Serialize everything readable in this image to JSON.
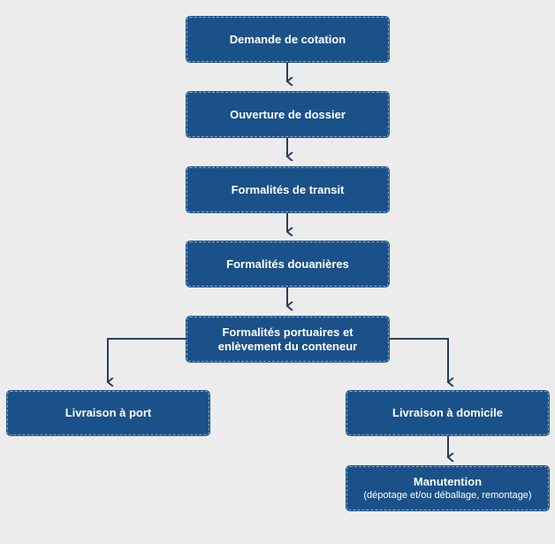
{
  "steps": {
    "quote_request": "Demande de cotation",
    "file_opening": "Ouverture de dossier",
    "transit_formalities": "Formalités de transit",
    "customs_formalities": "Formalités douanières",
    "port_formalities": "Formalités portuaires et enlèvement du conteneur",
    "port_delivery": "Livraison à port",
    "home_delivery": "Livraison à domicile",
    "handling": {
      "title": "Manutention",
      "detail": "(dépotage et/ou déballage, remontage)"
    }
  },
  "colors": {
    "box_fill": "#1b5189",
    "connector": "#2a3e5c",
    "background": "#ececec"
  }
}
